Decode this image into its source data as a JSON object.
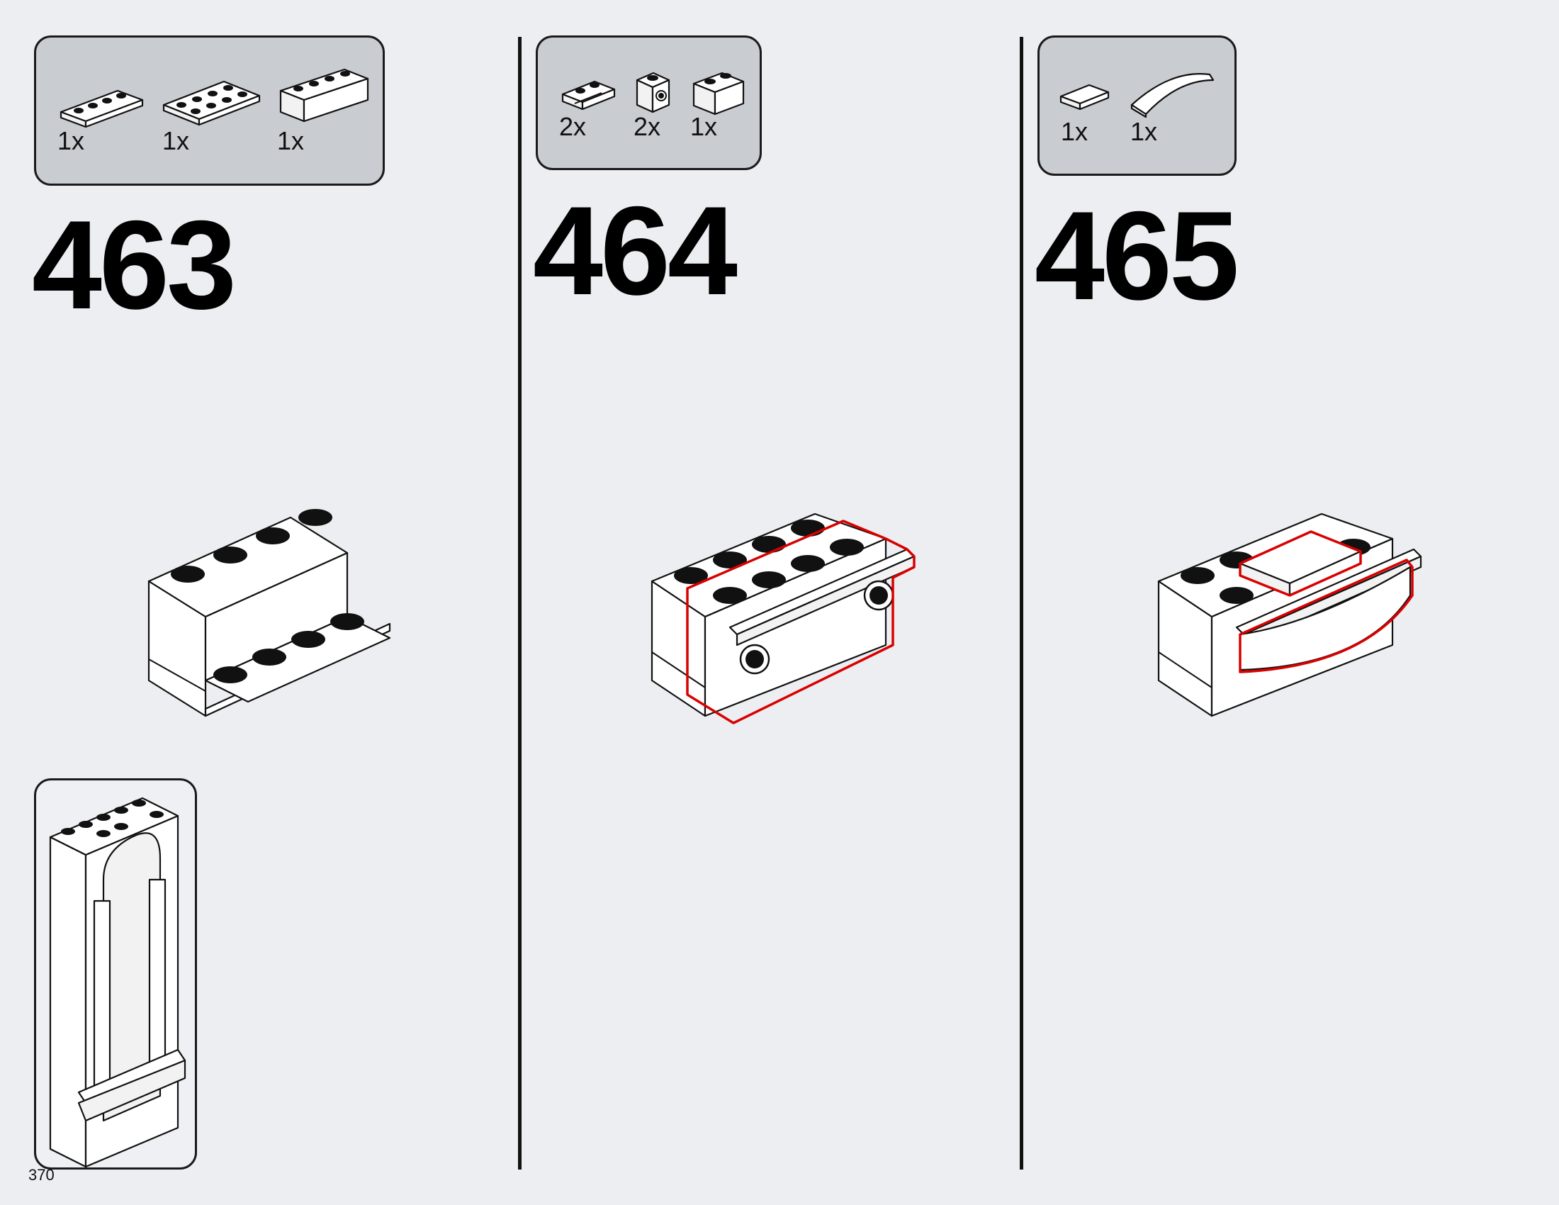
{
  "page_number": "370",
  "colors": {
    "background": "#eceef1",
    "parts_box": "#c9ccd0",
    "highlight": "#d90000"
  },
  "steps": [
    {
      "number": "463",
      "parts": [
        {
          "icon": "plate-1x4-icon",
          "qty": "1x"
        },
        {
          "icon": "plate-2x4-icon",
          "qty": "1x"
        },
        {
          "icon": "brick-1x4-icon",
          "qty": "1x"
        }
      ]
    },
    {
      "number": "464",
      "parts": [
        {
          "icon": "plate-1x2-with-rail-icon",
          "qty": "2x"
        },
        {
          "icon": "brick-1x1-with-stud-side-icon",
          "qty": "2x"
        },
        {
          "icon": "brick-1x2-icon",
          "qty": "1x"
        }
      ]
    },
    {
      "number": "465",
      "parts": [
        {
          "icon": "tile-1x2-icon",
          "qty": "1x"
        },
        {
          "icon": "curved-slope-1x4-icon",
          "qty": "1x"
        }
      ]
    }
  ]
}
